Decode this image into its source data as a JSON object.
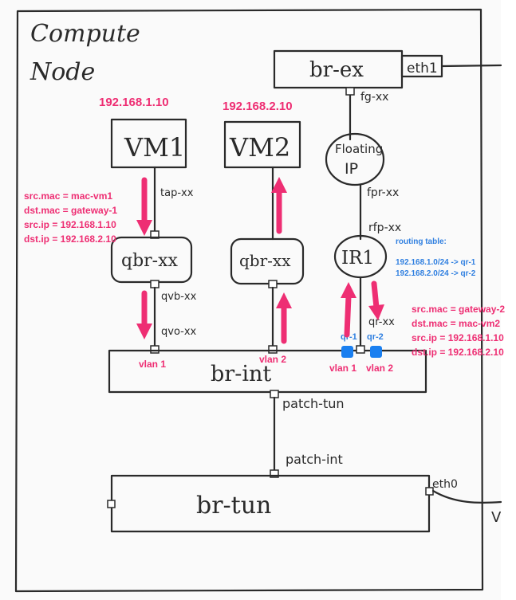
{
  "node": {
    "title_line1": "Compute",
    "title_line2": "Node"
  },
  "bridges": {
    "br_ex": "br-ex",
    "br_int": "br-int",
    "br_tun": "br-tun",
    "qbr1": "qbr-xx",
    "qbr2": "qbr-xx",
    "router": "IR1"
  },
  "ports": {
    "eth1": "eth1",
    "fg": "fg-xx",
    "fpr": "fpr-xx",
    "rfp": "rfp-xx",
    "tap": "tap-xx",
    "qvb": "qvb-xx",
    "qvo": "qvo-xx",
    "qr": "qr-xx",
    "patch_tun": "patch-tun",
    "patch_int": "patch-int",
    "eth0": "eth0"
  },
  "floating_ip": {
    "line1": "Floating",
    "line2": "IP"
  },
  "vms": {
    "vm1": {
      "name": "VM1",
      "ip": "192.168.1.10"
    },
    "vm2": {
      "name": "VM2",
      "ip": "192.168.2.10"
    }
  },
  "packet_out": [
    "src.mac = mac-vm1",
    "dst.mac = gateway-1",
    "src.ip = 192.168.1.10",
    "dst.ip = 192.168.2.10"
  ],
  "packet_in": [
    "src.mac = gateway-2",
    "dst.mac = mac-vm2",
    "src.ip = 192.168.1.10",
    "dst.ip = 192.168.2.10"
  ],
  "routing_table": {
    "title": "routing table:",
    "rows": [
      "192.168.1.0/24 -> qr-1",
      "192.168.2.0/24 -> qr-2"
    ]
  },
  "vlans": {
    "vm1": "vlan 1",
    "vm2": "vlan 2",
    "qr1": "vlan 1",
    "qr2": "vlan 2"
  },
  "qr_labels": {
    "qr1": "qr-1",
    "qr2": "qr-2"
  },
  "edge_mark": "V",
  "colors": {
    "annotation": "#ee2e73",
    "routing": "#2f7fe0",
    "pencil": "#2a2a2a",
    "qr_port": "#1a7ff0"
  }
}
